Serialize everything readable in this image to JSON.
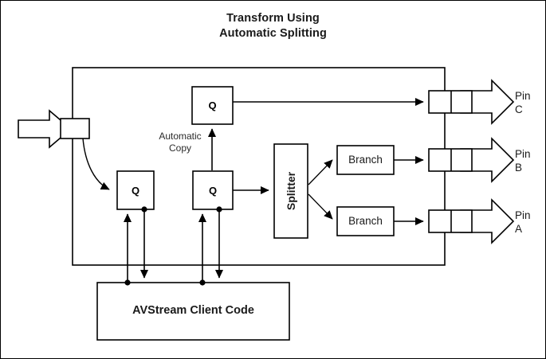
{
  "title": {
    "line1": "Transform Using",
    "line2": "Automatic Splitting"
  },
  "colors": {
    "stroke": "#000000",
    "background": "#ffffff",
    "text": "#1a1a1a",
    "muted_text": "#2b2b2b"
  },
  "frame": {
    "name": "transform-filter-boundary"
  },
  "nodes": {
    "input_pin": {
      "label": ""
    },
    "queue_copy": {
      "label": "Q"
    },
    "queue_main": {
      "label": "Q"
    },
    "queue_source": {
      "label": "Q"
    },
    "splitter": {
      "label": "Splitter"
    },
    "branch_top": {
      "label": "Branch"
    },
    "branch_bottom": {
      "label": "Branch"
    },
    "client": {
      "label": "AVStream Client Code"
    }
  },
  "annotations": {
    "automatic_copy": {
      "line1": "Automatic",
      "line2": "Copy"
    }
  },
  "output_pins": [
    {
      "name": "pin-c",
      "line1": "Pin",
      "line2": "C"
    },
    {
      "name": "pin-b",
      "line1": "Pin",
      "line2": "B"
    },
    {
      "name": "pin-a",
      "line1": "Pin",
      "line2": "A"
    }
  ]
}
